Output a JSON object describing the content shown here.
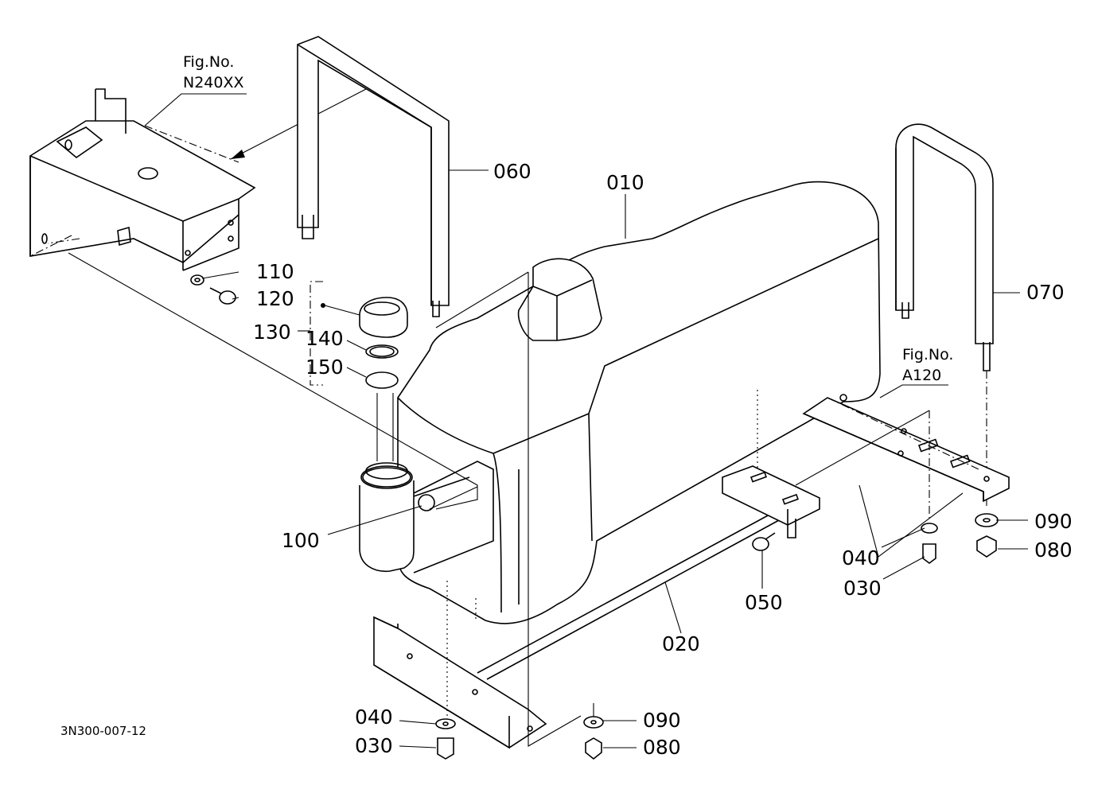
{
  "figure_refs": [
    {
      "fig_label": "Fig.No.",
      "fig_no": "N240XX"
    },
    {
      "fig_label": "Fig.No.",
      "fig_no": "A120"
    }
  ],
  "part_labels": [
    "010",
    "020",
    "030",
    "040",
    "050",
    "060",
    "070",
    "080",
    "090",
    "100",
    "110",
    "120",
    "130",
    "140",
    "150",
    "040",
    "030",
    "090",
    "080"
  ],
  "drawing_code": "3N300-007-12"
}
